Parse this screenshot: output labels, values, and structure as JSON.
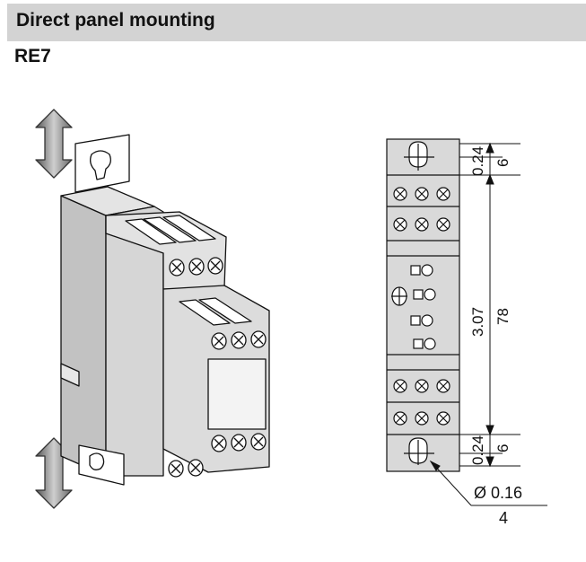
{
  "header": {
    "title": "Direct panel mounting"
  },
  "model": "RE7",
  "dimensions": {
    "top_offset_in": "0.24",
    "top_offset_mm": "6",
    "height_in": "3.07",
    "height_mm": "78",
    "bottom_offset_in": "0.24",
    "bottom_offset_mm": "6",
    "hole_diameter_in": "Ø 0.16",
    "hole_diameter_mm": "4"
  },
  "colors": {
    "header_bg": "#d3d3d3",
    "panel_fill": "#d9d9d9",
    "line": "#111111"
  }
}
